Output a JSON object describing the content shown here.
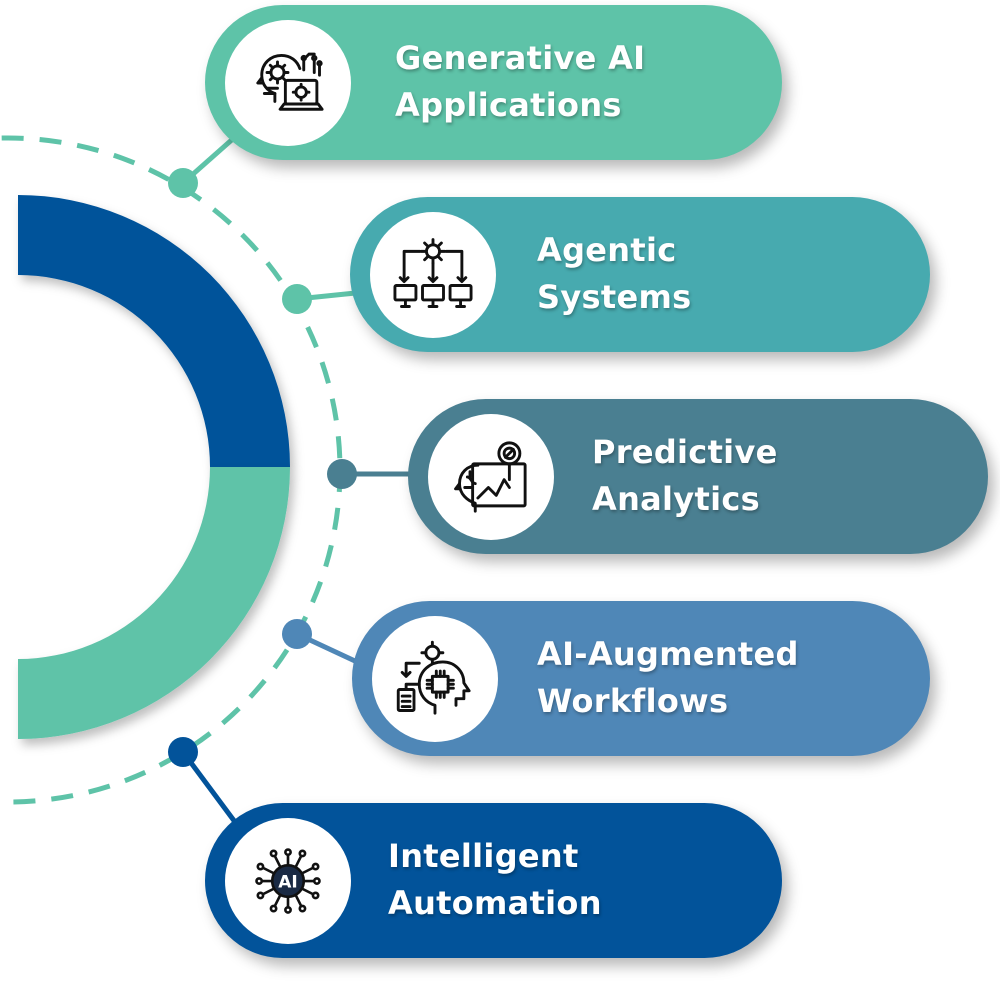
{
  "colors": {
    "arc_blue": "#02539A",
    "arc_teal": "#5EC3A8",
    "dashed_ring": "#5EC3A8",
    "icon_stroke": "#111111"
  },
  "items": [
    {
      "id": "generative-ai-applications",
      "line1": "Generative AI",
      "line2": "Applications",
      "color": "#5EC3A8",
      "dot_color": "#5EC3A8",
      "icon": "ai-head-laptop-gears-icon"
    },
    {
      "id": "agentic-systems",
      "line1": "Agentic",
      "line2": "Systems",
      "color": "#47AAAF",
      "dot_color": "#5EC3A8",
      "icon": "gear-network-computers-icon"
    },
    {
      "id": "predictive-analytics",
      "line1": "Predictive",
      "line2": "Analytics",
      "color": "#4A7F91",
      "dot_color": "#4A7F91",
      "icon": "head-analytics-magnifier-icon"
    },
    {
      "id": "ai-augmented-workflows",
      "line1": "AI-Augmented",
      "line2": "Workflows",
      "color": "#4F87B7",
      "dot_color": "#4F87B7",
      "icon": "head-chip-workflow-icon"
    },
    {
      "id": "intelligent-automation",
      "line1": "Intelligent",
      "line2": "Automation",
      "color": "#02539A",
      "dot_color": "#02539A",
      "icon": "ai-circuit-icon",
      "icon_text": "AI"
    }
  ]
}
